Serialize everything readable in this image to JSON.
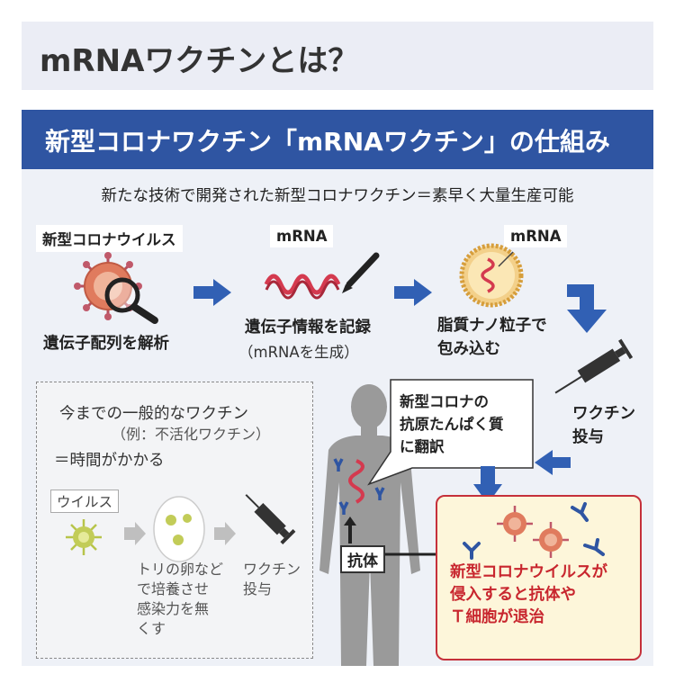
{
  "title": "mRNAワクチンとは？",
  "header": "新型コロナワクチン「mRNAワクチン」の仕組み",
  "subtitle": "新たな技術で開発された新型コロナワクチン＝素早く大量生産可能",
  "steps": [
    {
      "tag": "新型コロナウイルス",
      "label": "遺伝子配列を解析"
    },
    {
      "tag": "mRNA",
      "label": "遺伝子情報を記録",
      "sub": "（mRNAを生成）"
    },
    {
      "tag": "mRNA",
      "label_lines": [
        "脂質ナノ粒子で",
        "包み込む"
      ]
    },
    {
      "label_lines": [
        "ワクチン",
        "投与"
      ]
    }
  ],
  "old_vaccine": {
    "title": "今までの一般的なワクチン",
    "example": "（例：不活化ワクチン）",
    "time": "＝時間がかかる",
    "virus_tag": "ウイルス",
    "egg_lines": [
      "トリの卵など",
      "で培養させ",
      "感染力を無",
      "くす"
    ],
    "admin_lines": [
      "ワクチン",
      "投与"
    ]
  },
  "bubble_lines": [
    "新型コロナの",
    "抗原たんぱく質",
    "に翻訳"
  ],
  "antibody_label": "抗体",
  "result_lines": [
    "新型コロナウイルスが",
    "侵入すると抗体や",
    "Ｔ細胞が退治"
  ],
  "colors": {
    "header": "#2f55a2",
    "arrow": "#3160b4",
    "accent_red": "#c8262e",
    "result_bg": "#fdf6da",
    "panel": "#eef1f7"
  },
  "icons": [
    "magnifier-icon",
    "virus-icon",
    "mrna-strand-icon",
    "pen-icon",
    "lipid-nanoparticle-icon",
    "syringe-icon",
    "human-body-icon",
    "antibody-icon",
    "egg-icon"
  ]
}
